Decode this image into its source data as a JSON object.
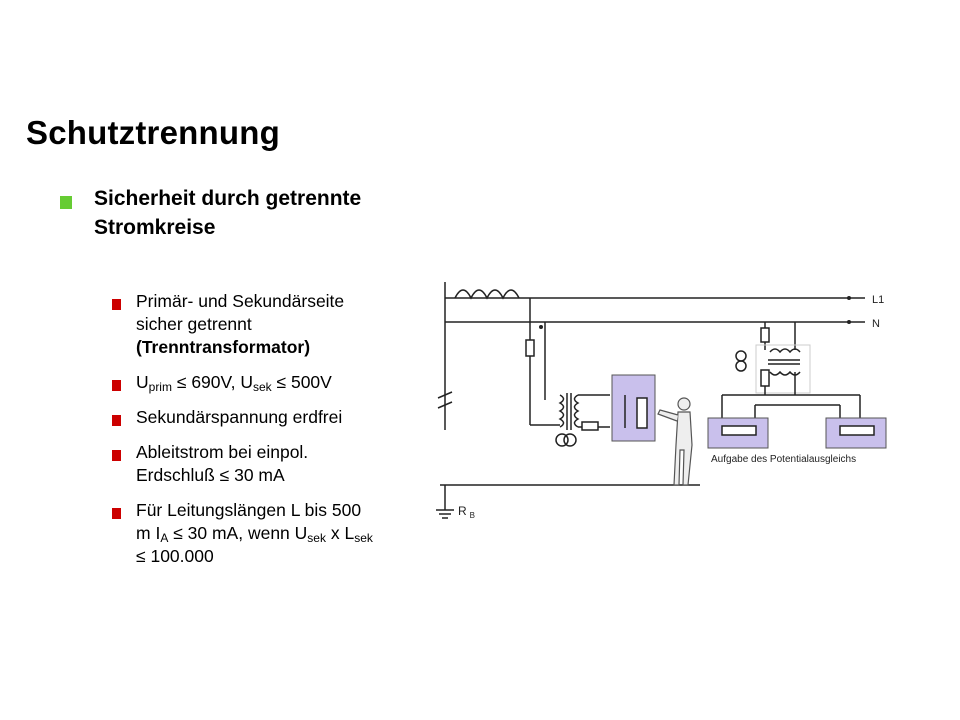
{
  "slide": {
    "title": "Schutztrennung",
    "main_bullet": {
      "line1": "Sicherheit durch getrennte",
      "line2": "Stromkreise"
    },
    "sub_bullets": {
      "item1": {
        "line1": "Primär- und Sekundärseite",
        "line2": "sicher getrennt",
        "line3": "(Trenntransformator)"
      },
      "item2": {
        "u1": "U",
        "sub1": "prim",
        "rel1": " ≤ 690V, ",
        "u2": "U",
        "sub2": "sek",
        "rel2": " ≤ 500V"
      },
      "item3": {
        "line1": "Sekundärspannung erdfrei"
      },
      "item4": {
        "line1": "Ableitstrom bei einpol.",
        "line2": "Erdschluß ≤ 30 mA"
      },
      "item5": {
        "line1": "Für Leitungslängen L bis 500",
        "l2a": "m I",
        "l2sub1": "A",
        "l2b": " ≤ 30 mA, wenn U",
        "l2sub2": "sek",
        "l2c": " x L",
        "l2sub3": "sek",
        "line3": "≤ 100.000"
      }
    }
  },
  "diagram": {
    "label_l1": "L1",
    "label_n": "N",
    "label_rb_r": "R",
    "label_rb_b": "B",
    "caption": "Aufgabe des Potentialausgleichs"
  },
  "colors": {
    "bullet_l1": "#66cc33",
    "bullet_l2": "#cc0000",
    "panel": "#c9c0ec",
    "wire": "#222222"
  }
}
